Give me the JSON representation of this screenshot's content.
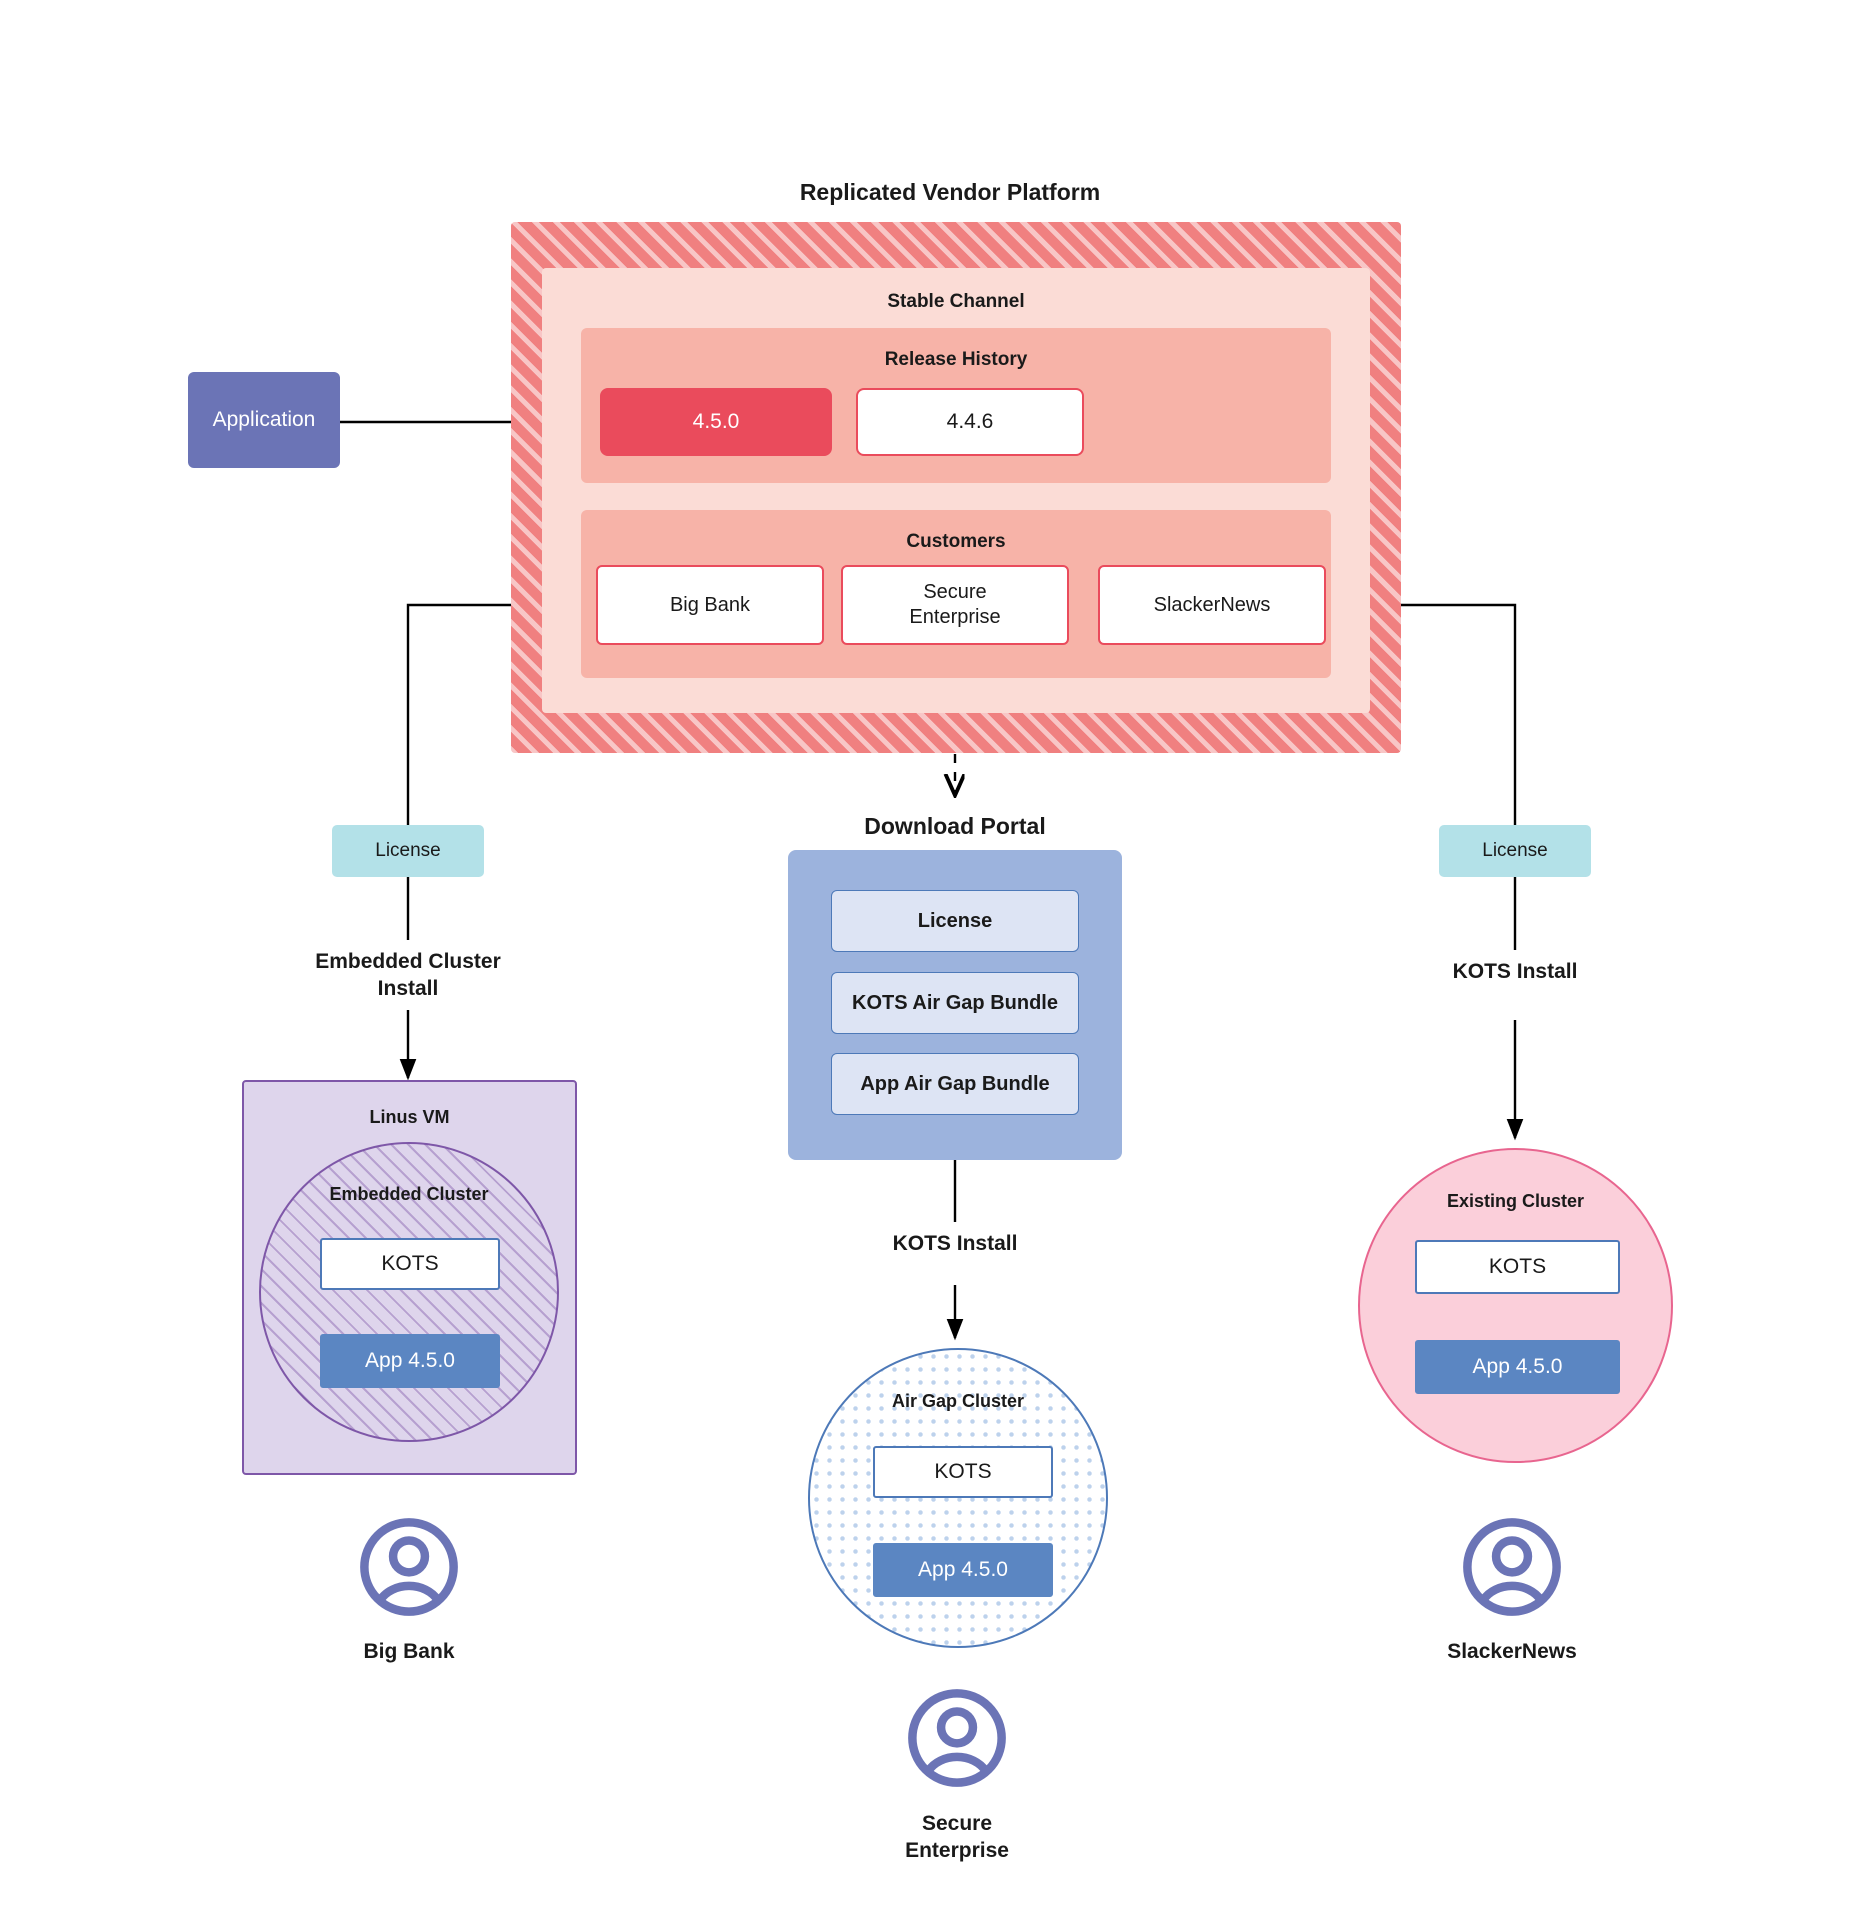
{
  "diagram": {
    "title": "Replicated Vendor Platform",
    "vendor_platform": {
      "title": "Replicated Vendor Platform",
      "stable_channel": {
        "title": "Stable Channel",
        "release_history": {
          "title": "Release History",
          "releases": [
            {
              "version": "4.5.0",
              "state": "current"
            },
            {
              "version": "4.4.6",
              "state": "previous"
            }
          ]
        },
        "customers": {
          "title": "Customers",
          "items": [
            {
              "name": "Big Bank"
            },
            {
              "name": "Secure\nEnterprise"
            },
            {
              "name": "SlackerNews"
            }
          ]
        }
      }
    },
    "application": {
      "label": "Application"
    },
    "download_portal": {
      "title": "Download  Portal",
      "items": [
        {
          "label": "License"
        },
        {
          "label": "KOTS Air Gap Bundle"
        },
        {
          "label": "App Air Gap Bundle"
        }
      ]
    },
    "branches": {
      "left": {
        "license_label": "License",
        "install_label": "Embedded Cluster\nInstall",
        "vm_title": "Linus VM",
        "cluster_title": "Embedded Cluster",
        "kots_label": "KOTS",
        "app_label": "App 4.5.0",
        "customer_label": "Big Bank"
      },
      "center": {
        "install_label": "KOTS Install",
        "cluster_title": "Air Gap Cluster",
        "kots_label": "KOTS",
        "app_label": "App 4.5.0",
        "customer_label": "Secure\nEnterprise"
      },
      "right": {
        "license_label": "License",
        "install_label": "KOTS Install",
        "cluster_title": "Existing Cluster",
        "kots_label": "KOTS",
        "app_label": "App 4.5.0",
        "customer_label": "SlackerNews"
      }
    },
    "colors": {
      "platform_hatch": "#f08080",
      "stable_channel": "#fbdcd6",
      "release_panel": "#f7b3a8",
      "release_current": "#ea4b5c",
      "customer_border": "#ea4b5c",
      "application": "#6b74b6",
      "license_chip": "#b3e1e8",
      "download_portal": "#9cb3dd",
      "portal_item": "#dde4f4",
      "portal_item_border": "#4d79b8",
      "vm_fill": "#ded5ec",
      "vm_border": "#7e57a8",
      "airgap_border": "#4d79b8",
      "existing_cluster": "#fbcfda",
      "existing_cluster_border": "#e8658f",
      "app_box": "#5b86c2",
      "avatar": "#6b74b6",
      "edge": "#000000"
    }
  }
}
